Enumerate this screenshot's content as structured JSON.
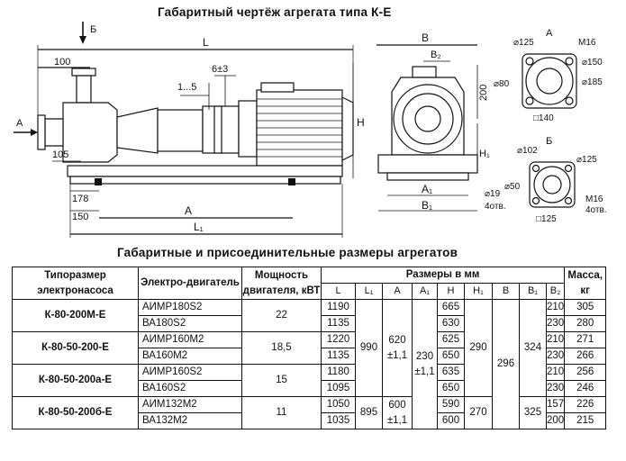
{
  "drawing_title": "Габаритный чертёж агрегата типа К-Е",
  "table_title": "Габаритные и присоединительные размеры агрегатов",
  "labels": {
    "L": "L",
    "B": "B",
    "H": "H",
    "A": "A",
    "A1": "A₁",
    "B1": "B₁",
    "B2": "B₂",
    "H1": "H₁",
    "L1": "L₁",
    "d100": "100",
    "d105": "105",
    "d178": "178",
    "d150": "150",
    "d15": "1...5",
    "d6": "6±3",
    "d200": "200",
    "d19": "⌀19",
    "holes": "4отв.",
    "arrowA": "A",
    "arrowB": "Б",
    "flangeA": "A",
    "flangeB": "Б",
    "f125": "⌀125",
    "fM16": "M16",
    "f150": "⌀150",
    "f80": "⌀80",
    "f185": "⌀185",
    "f140": "□140",
    "f102": "⌀102",
    "f125b": "⌀125",
    "f50": "⌀50",
    "fM16b": "M16",
    "f125sq": "□125"
  },
  "table": {
    "headers": {
      "pump": "Типоразмер электронасоса",
      "motor": "Электро-двигатель",
      "power": "Мощность двигателя, кВТ",
      "dims": "Размеры в мм",
      "mass": "Масса, кг"
    },
    "subheaders": [
      "L",
      "L₁",
      "A",
      "A₁",
      "H",
      "H₁",
      "B",
      "B₁",
      "B₂"
    ],
    "rows": [
      {
        "pump": "К-80-200М-Е",
        "power": "22",
        "m1": "АИМР180S2",
        "m2": "ВА180S2",
        "L": [
          "1190",
          "1135"
        ],
        "H": [
          "665",
          "630"
        ],
        "B2": [
          "210",
          "230"
        ],
        "mass": [
          "305",
          "280"
        ]
      },
      {
        "pump": "К-80-50-200-Е",
        "power": "18,5",
        "m1": "АИМР160М2",
        "m2": "ВА160М2",
        "L": [
          "1220",
          "1135"
        ],
        "H": [
          "625",
          "650"
        ],
        "B2": [
          "210",
          "230"
        ],
        "mass": [
          "271",
          "266"
        ]
      },
      {
        "pump": "К-80-50-200а-Е",
        "power": "15",
        "m1": "АИМР160S2",
        "m2": "ВА160S2",
        "L": [
          "1180",
          "1095"
        ],
        "H": [
          "635",
          "650"
        ],
        "B2": [
          "210",
          "230"
        ],
        "mass": [
          "256",
          "246"
        ]
      },
      {
        "pump": "К-80-50-200б-Е",
        "power": "11",
        "m1": "АИМ132М2",
        "m2": "ВА132М2",
        "L": [
          "1050",
          "1035"
        ],
        "H": [
          "590",
          "600"
        ],
        "B2": [
          "157",
          "200"
        ],
        "mass": [
          "226",
          "215"
        ]
      }
    ],
    "merged": {
      "L1_a": "990",
      "L1_b": "895",
      "A_a": "620 ±1,1",
      "A_b": "600 ±1,1",
      "A1": "230 ±1,1",
      "H1_a": "290",
      "H1_b": "270",
      "B": "296",
      "B1_a": "324",
      "B1_b": "325"
    }
  }
}
